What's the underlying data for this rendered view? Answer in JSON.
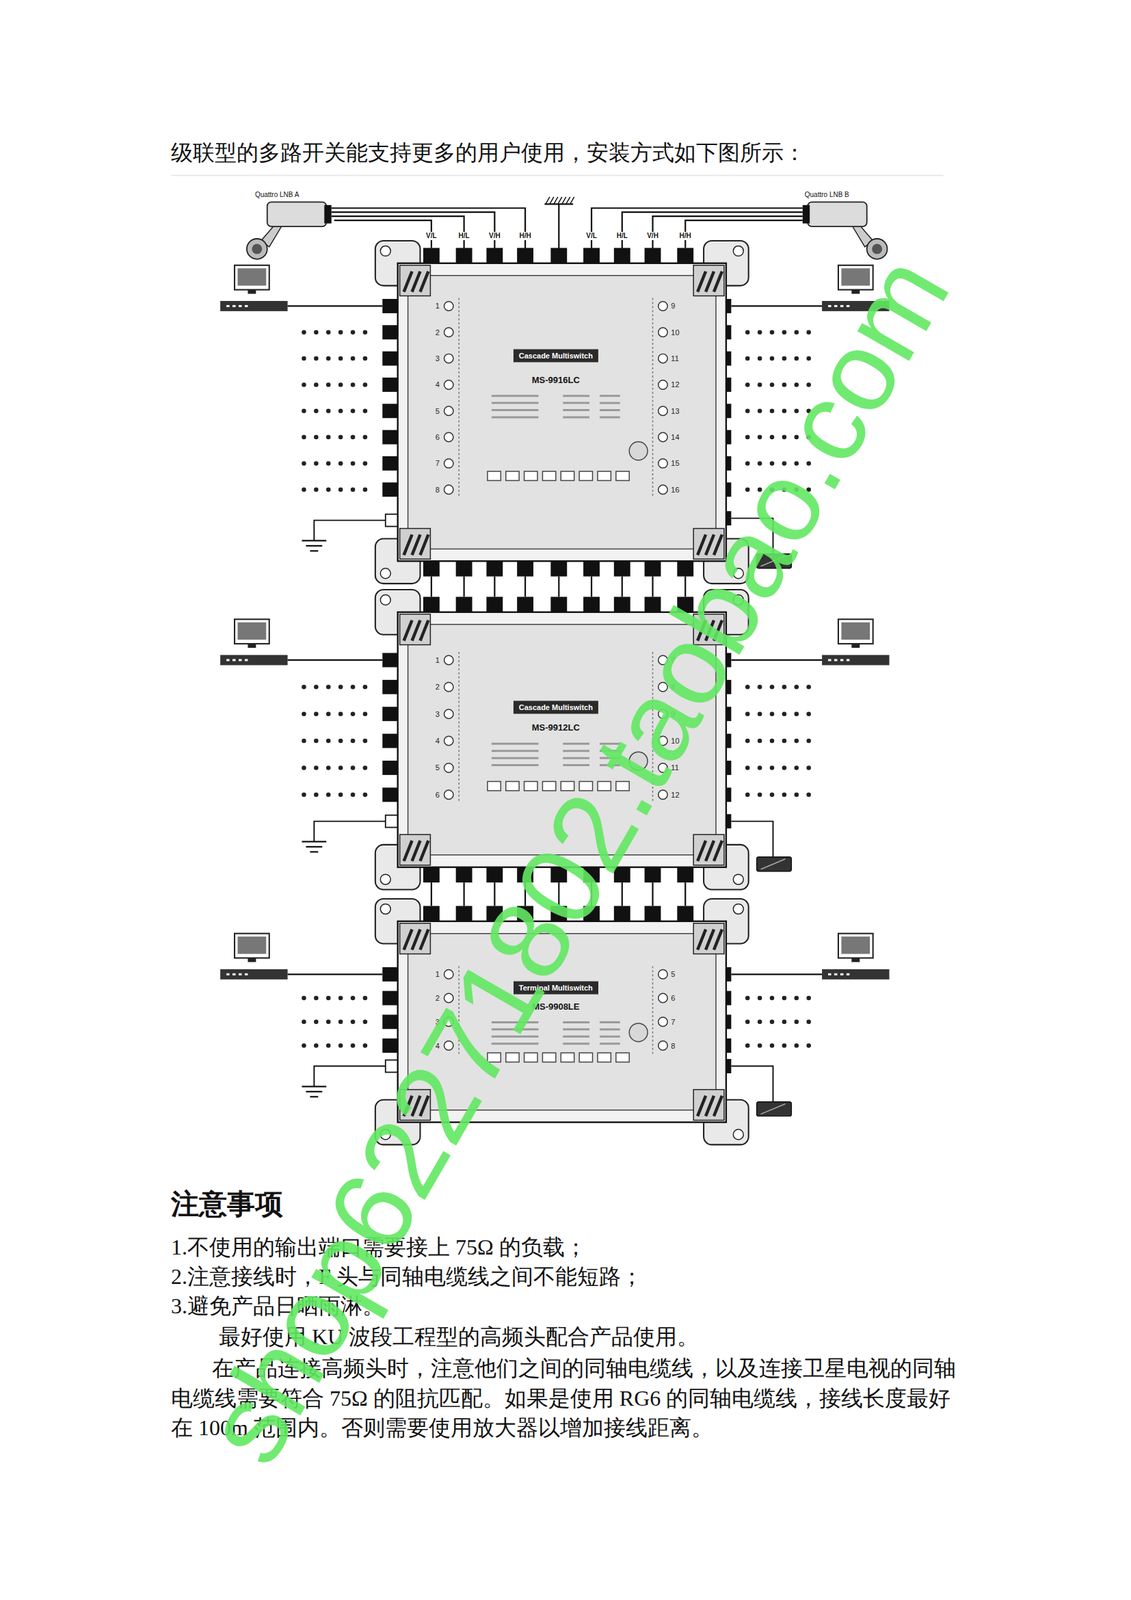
{
  "diagram": {
    "nodes": [
      {
        "text": [
          "Quattro LNB A"
        ]
      },
      {
        "text": [
          "Quattro LNB B"
        ]
      },
      {
        "text": [
          "Cascade Multiswitch",
          "MS-9916LC"
        ]
      },
      {
        "text": [
          "Cascade Multiswitch",
          "MS-9912LC"
        ]
      },
      {
        "text": [
          "Terminal Multiswitch",
          "MS-9908LE"
        ]
      }
    ],
    "edges": [
      {
        "from": 0,
        "to": 2,
        "arrow": "none"
      },
      {
        "from": 1,
        "to": 2,
        "arrow": "none"
      },
      {
        "from": 2,
        "to": 3,
        "arrow": "none"
      },
      {
        "from": 3,
        "to": 4,
        "arrow": "none"
      }
    ],
    "labels": [
      "级联型的多路开关能支持更多的用户使用，安装方式如下图所示：",
      "V/L",
      "H/L",
      "V/H",
      "H/H",
      "V/L",
      "H/L",
      "V/H",
      "H/H",
      "1",
      "2",
      "3",
      "4",
      "5",
      "6",
      "7",
      "8",
      "9",
      "10",
      "11",
      "12",
      "13",
      "14",
      "15",
      "16",
      "1",
      "2",
      "3",
      "4",
      "5",
      "6",
      "7",
      "8",
      "9",
      "10",
      "11",
      "12",
      "1",
      "2",
      "3",
      "4",
      "5",
      "6",
      "7",
      "8",
      "注意事项",
      "1.不使用的输出端口需要接上 75Ω 的负载；",
      "2.注意接线时，F 头与同轴电缆线之间不能短路；",
      "3.避免产品日晒雨淋。",
      "最好使用 KU 波段工程型的高频头配合产品使用。",
      "在产品连接高频头时，注意他们之间的同轴电缆线，以及连接卫星电视的同轴电缆线需要符合 75Ω 的阻抗匹配。如果是使用 RG6 的同轴电缆线，接线长度最好在 100m 范围内。否则需要使用放大器以增加接线距离。",
      "shop62271802.taobao.com"
    ]
  }
}
